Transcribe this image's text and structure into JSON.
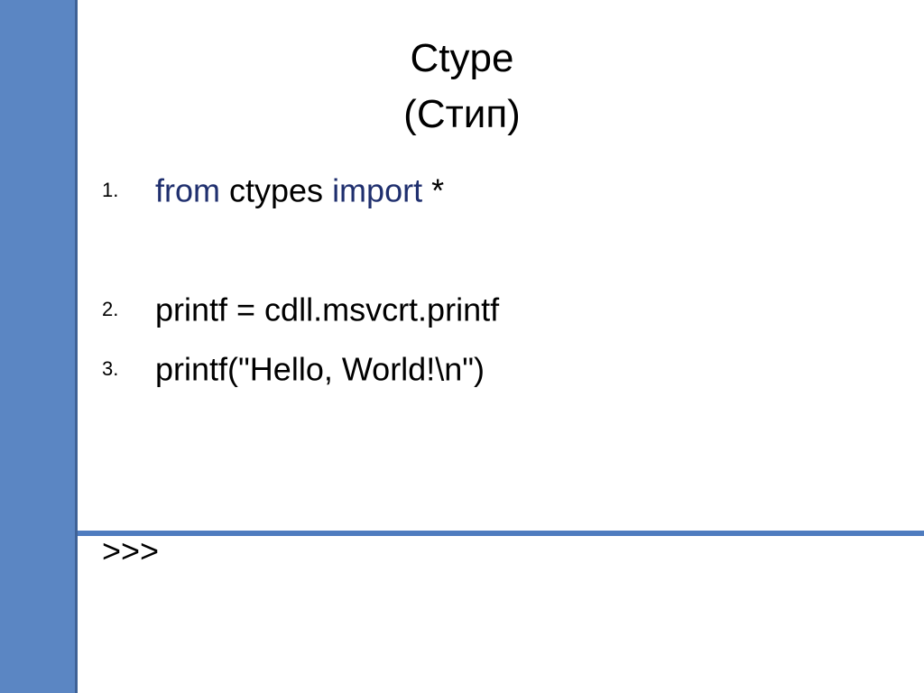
{
  "colors": {
    "sidebar": "#5b86c3",
    "divider": "#4f7cbf",
    "keyword": "#1f2f6e",
    "text": "#000000",
    "background": "#ffffff"
  },
  "slide": {
    "title_line1": "Ctype",
    "title_line2": "(Стип)",
    "lines": [
      {
        "number": "1.",
        "tokens": [
          {
            "text": "from",
            "keyword": true
          },
          {
            "text": " ctypes ",
            "keyword": false
          },
          {
            "text": "import",
            "keyword": true
          },
          {
            "text": " *",
            "keyword": false
          }
        ]
      },
      {
        "number": "2.",
        "text": "printf = cdll.msvcrt.printf"
      },
      {
        "number": "3.",
        "text": "printf(\"Hello, World!\\n\")"
      }
    ],
    "prompt": ">>>"
  }
}
